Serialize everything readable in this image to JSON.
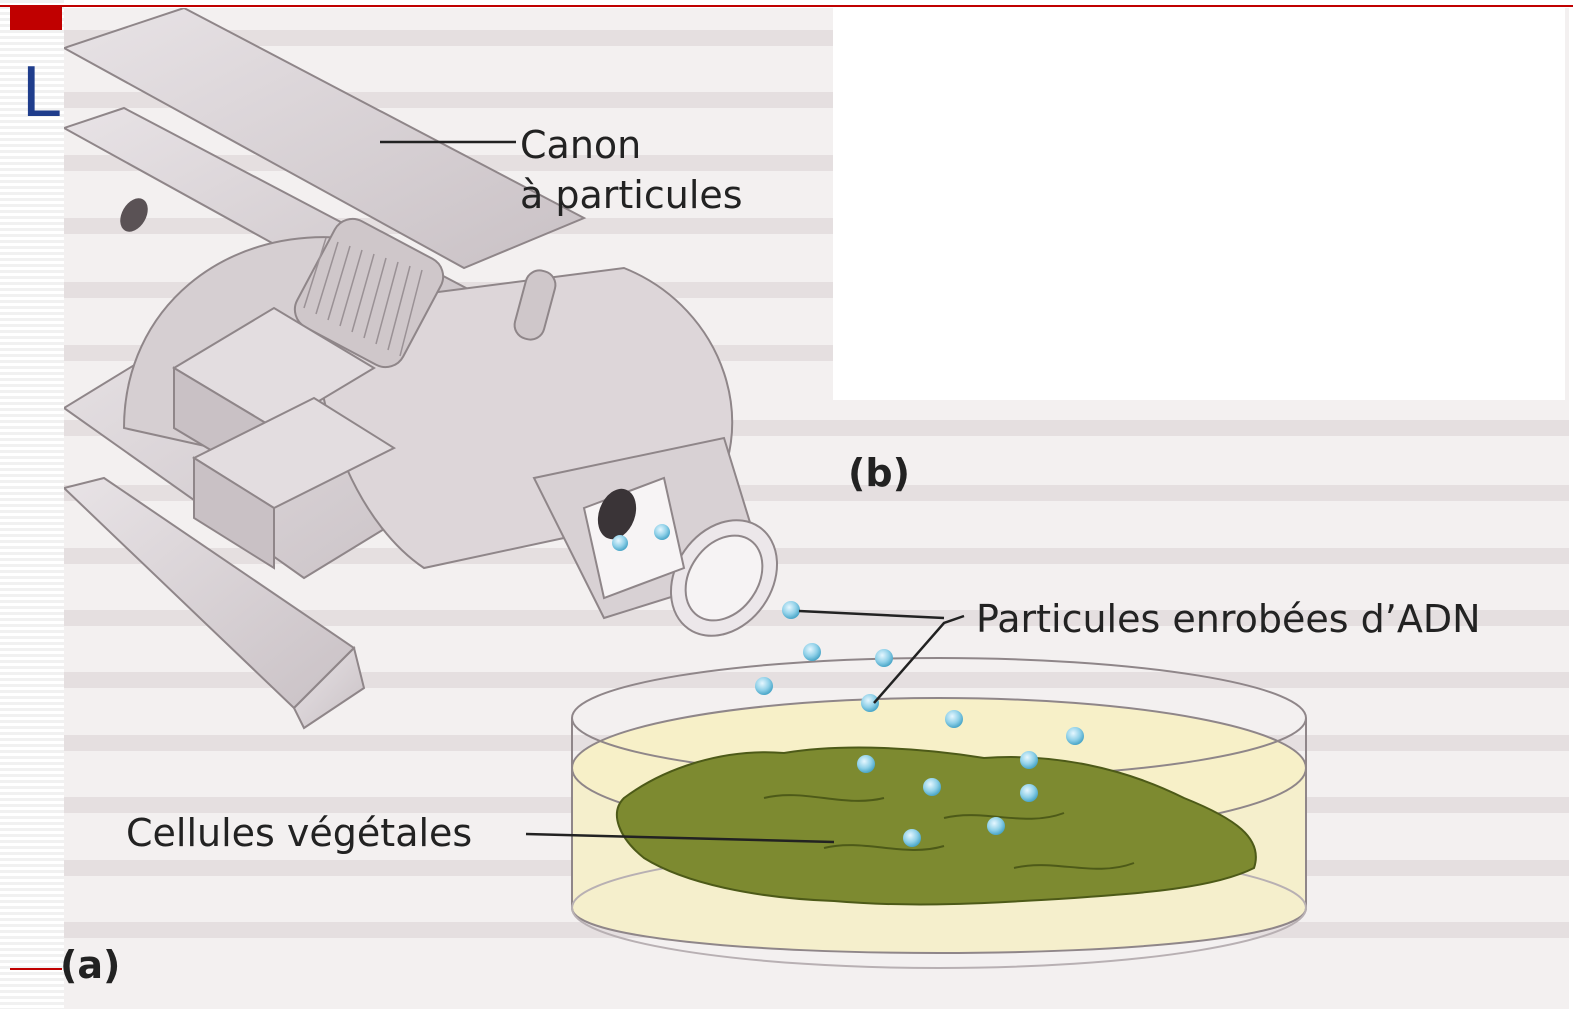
{
  "slide": {
    "title_fragment": "L"
  },
  "figure": {
    "labels": {
      "canon_line1": "Canon",
      "canon_line2": "à particules",
      "panel_b": "(b)",
      "particules": "Particules enrobées d’ADN",
      "cellules": "Cellules végétales",
      "panel_a": "(a)"
    }
  },
  "colors": {
    "accent_red": "#c00000",
    "title_blue": "#1f3d8c",
    "device_gray": "#d9d3d6",
    "plant_green": "#6b7a2a",
    "agar_yellow": "#f4e9a8",
    "particle_blue": "#8fd0e8"
  }
}
